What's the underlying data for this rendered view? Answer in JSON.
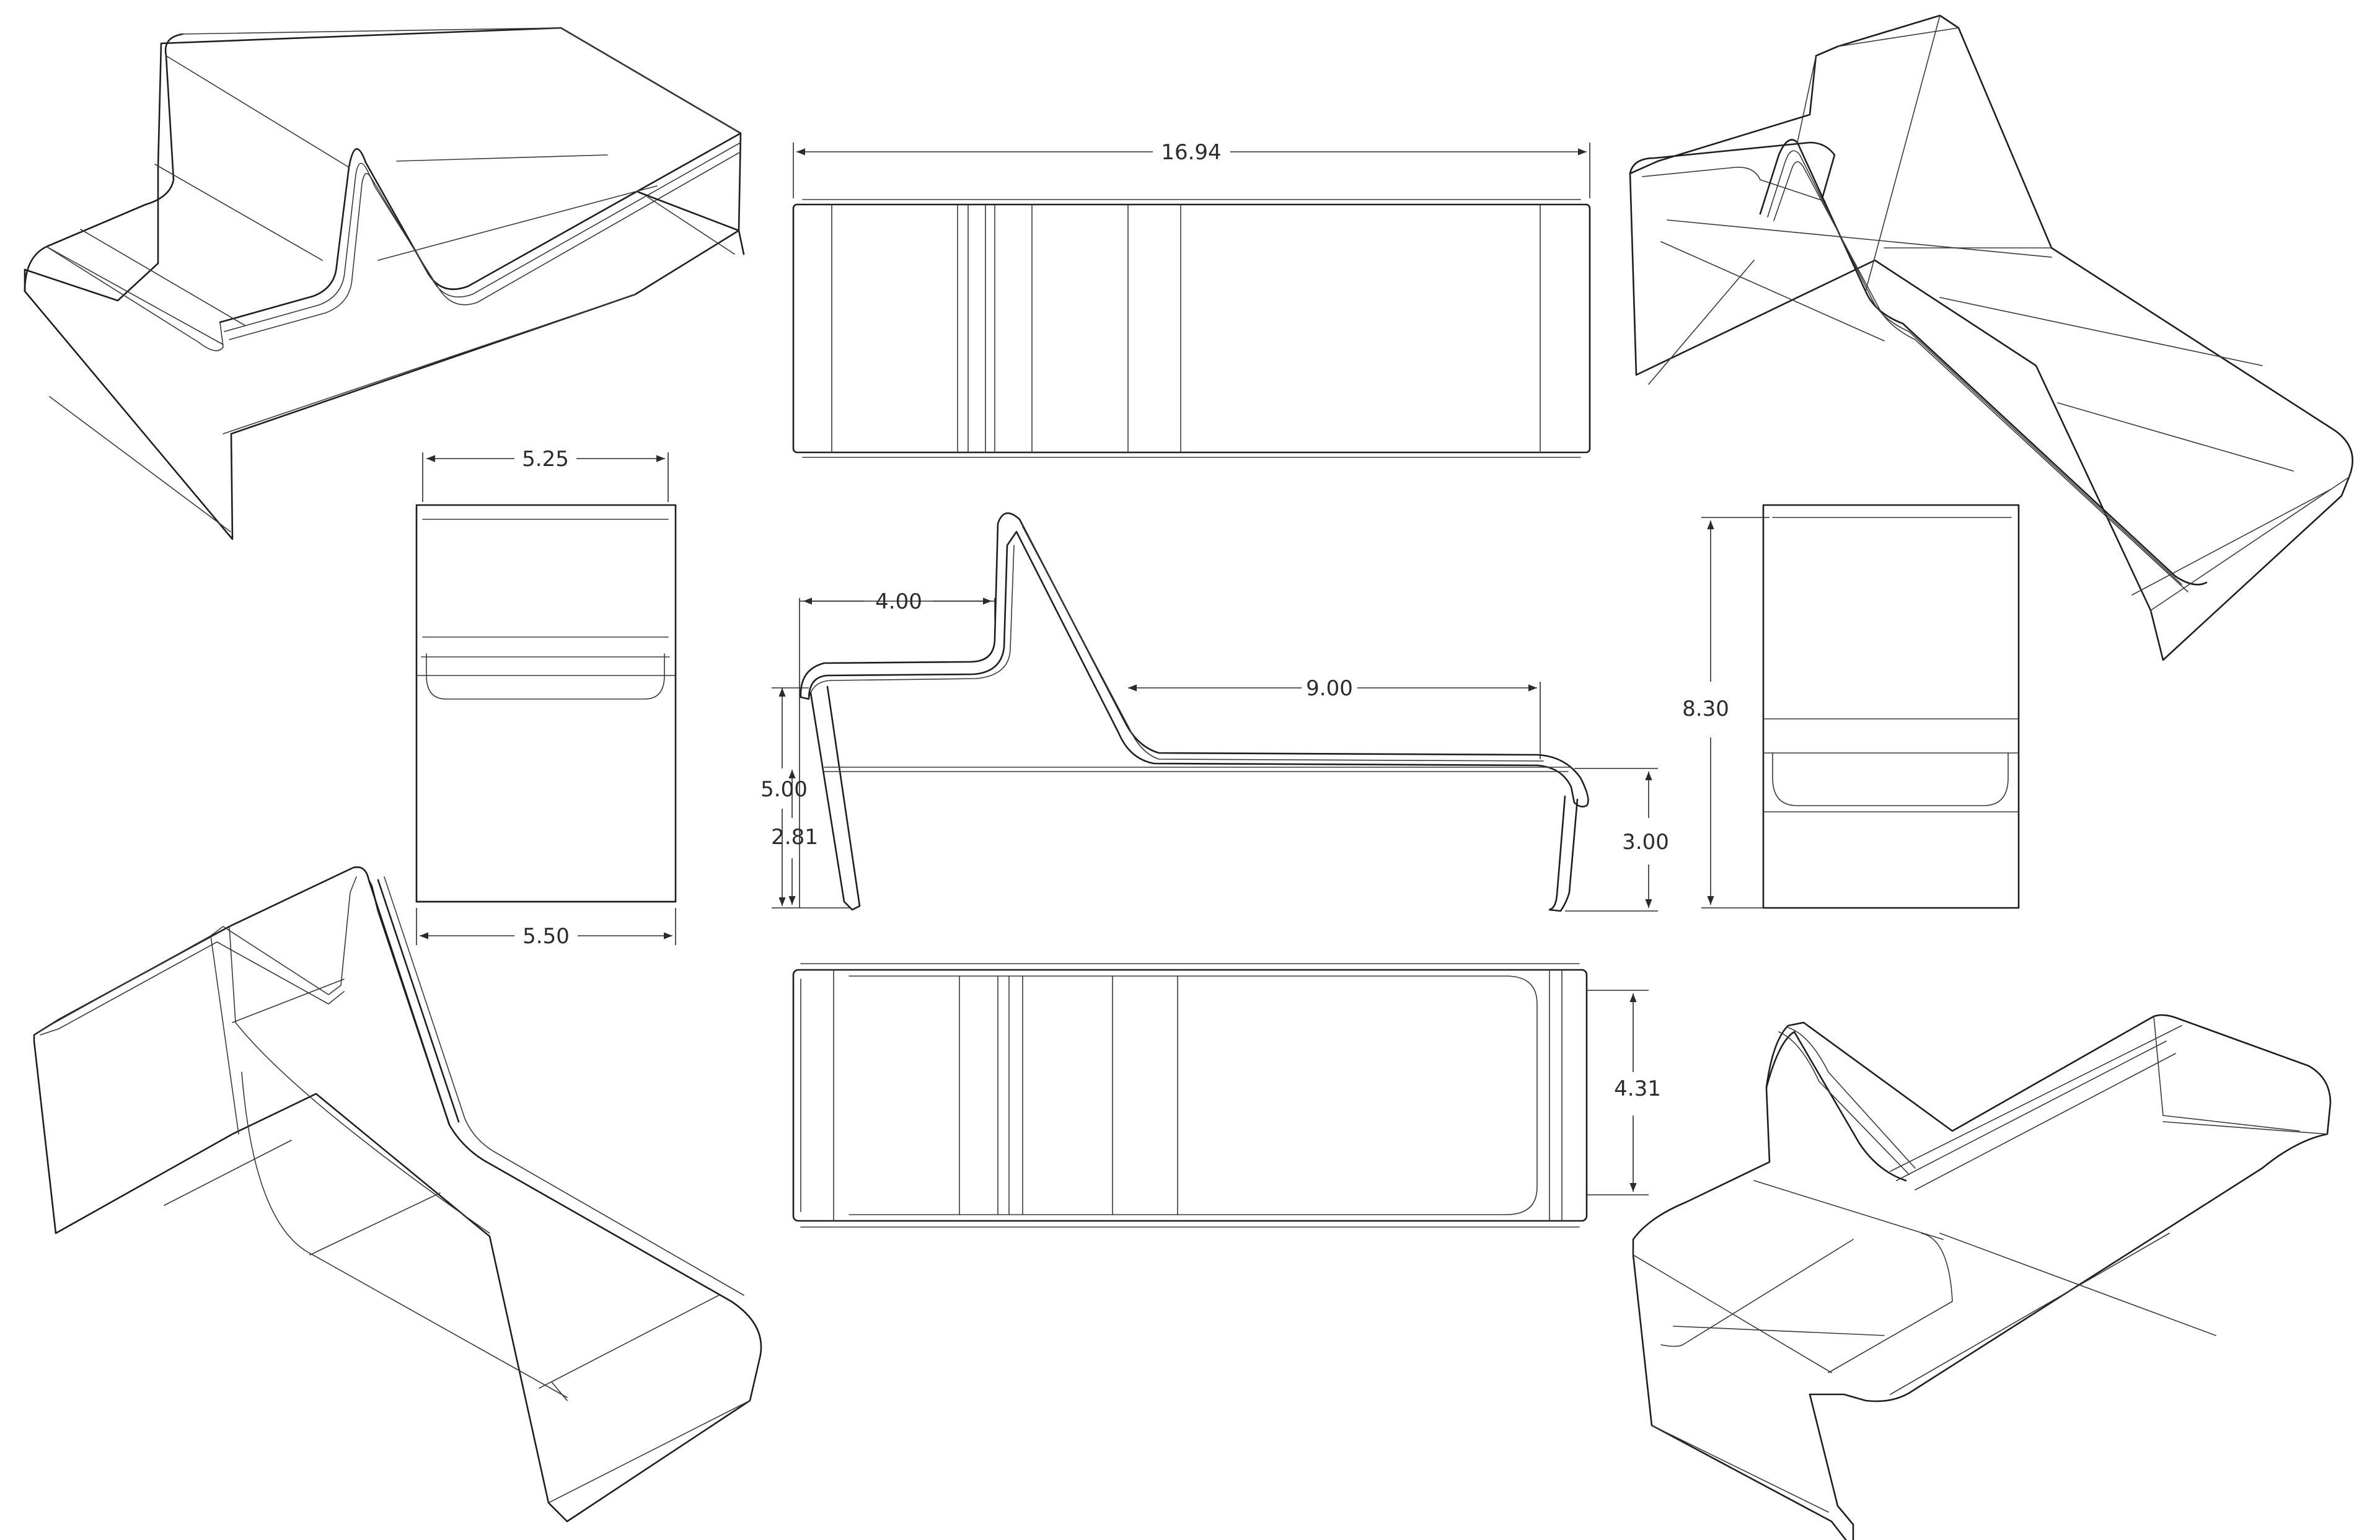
{
  "drawing": {
    "views": {
      "top": {
        "dimension": "16.94"
      },
      "front": {
        "dimension": "5.25"
      },
      "front_bottom": {
        "dimension": "5.50"
      },
      "side": {
        "dim_left_top": "4.00",
        "dim_seat": "9.00",
        "dim_height": "5.00",
        "dim_seat_height": "2.81",
        "dim_right_height": "3.00"
      },
      "back": {
        "dimension": "8.30"
      },
      "bottom": {
        "dimension": "4.31"
      }
    },
    "line_color": "#1e1e1e",
    "background": "#ffffff"
  }
}
